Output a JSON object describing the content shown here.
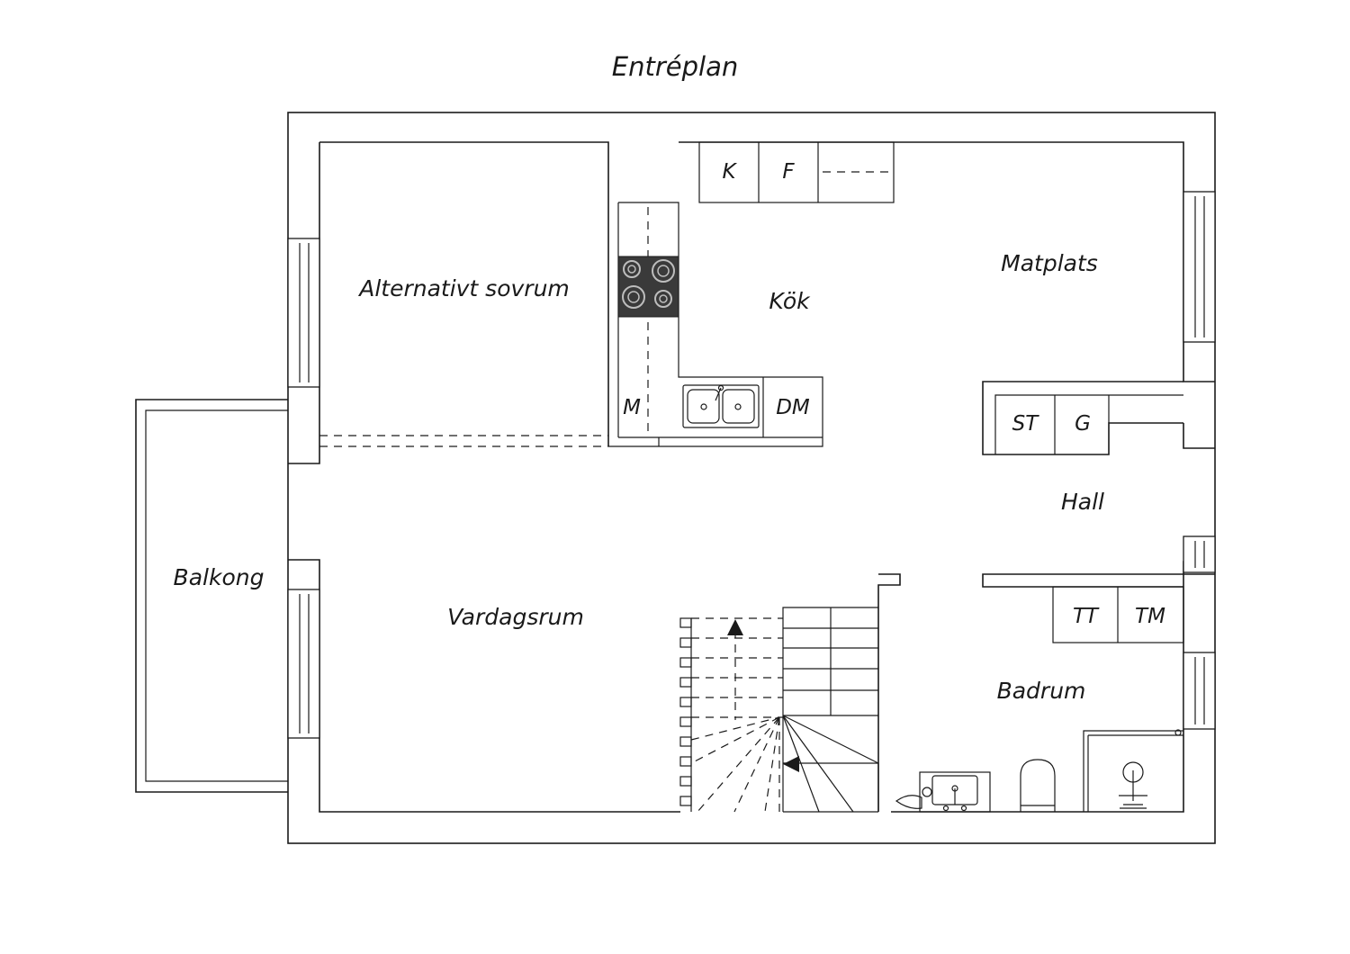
{
  "title": "Entréplan",
  "rooms": {
    "alternativt_sovrum": "Alternativt sovrum",
    "kok": "Kök",
    "matplats": "Matplats",
    "balkong": "Balkong",
    "vardagsrum": "Vardagsrum",
    "hall": "Hall",
    "badrum": "Badrum"
  },
  "appliances": {
    "k": "K",
    "f": "F",
    "m": "M",
    "dm": "DM",
    "st": "ST",
    "g": "G",
    "tt": "TT",
    "tm": "TM"
  },
  "icons": {
    "stove": "stove-icon",
    "sink": "sink-icon",
    "toilet": "toilet-icon",
    "washbasin": "washbasin-icon",
    "shower": "shower-icon",
    "stairs": "stairs-icon"
  },
  "colors": {
    "line": "#1a1a1a",
    "stove": "#3a3a3a",
    "background": "#ffffff"
  }
}
